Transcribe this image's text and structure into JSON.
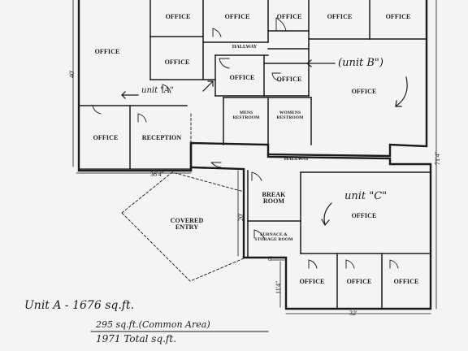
{
  "rooms": {
    "office_left": "OFFICE",
    "office_top1": "OFFICE",
    "office_top2": "OFFICE",
    "office_top3": "OFFICE",
    "office_top4": "OFFICE",
    "office_top5": "OFFICE",
    "office_mid_a": "OFFICE",
    "office_mid_b": "OFFICE",
    "office_mid_c": "OFFICE",
    "office_b_large": "OFFICE",
    "office_bottom_left": "OFFICE",
    "reception": "RECEPTION",
    "mens_restroom": "MENS\nRESTROOM",
    "womens_restroom": "WOMENS\nRESTROOM",
    "hallway_top": "HALLWAY",
    "hallway_main": "HALLWAY",
    "break_room": "BREAK\nROOM",
    "furnace_room": "FURNACE &\nSTORAGE ROOM",
    "office_c_large": "OFFICE",
    "office_c1": "OFFICE",
    "office_c2": "OFFICE",
    "office_c3": "OFFICE",
    "covered_entry": "COVERED\nENTRY"
  },
  "dimensions": {
    "left_height": "40'",
    "width_36": "36'4\"",
    "height_20": "20'",
    "width_8": "8'",
    "height_11": "11'4\"",
    "width_32": "32'",
    "right_71": "71'4\""
  },
  "annotations": {
    "unit_a": "unit \"A\"",
    "unit_b": "(unit B\")",
    "unit_c": "unit \"C\"",
    "area_line1": "Unit  A - 1676 sq.ft.",
    "area_line2": "295 sq.ft.(Common Area)",
    "area_line3": "1971    Total sq.ft."
  }
}
